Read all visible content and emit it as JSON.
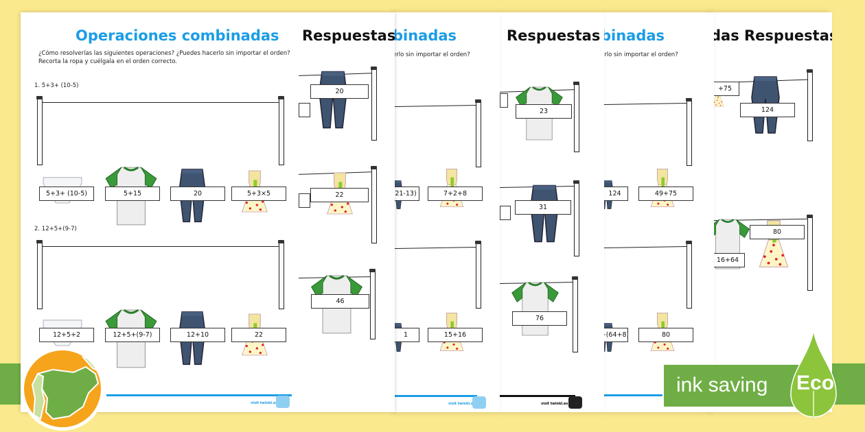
{
  "worksheet": {
    "title": "Operaciones combinadas",
    "instructions_line1": "¿Cómo resolverías las siguientes operaciones? ¿Puedes hacerlo sin importar el orden?",
    "instructions_line2": "Recorta la ropa y cuélgala en el orden correcto.",
    "q1": "1.  5+3+ (10-5)",
    "q1_labels": [
      "5+3+ (10-5)",
      "5+15",
      "20",
      "5+3×5"
    ],
    "q2": "2.  12+5+(9-7)",
    "q2_labels": [
      "12+5+2",
      "12+5+(9-7)",
      "12+10",
      "22"
    ],
    "footer": "visit twinkl.es"
  },
  "answers_page1": {
    "title": "Respuestas",
    "labels": [
      "20",
      "22",
      "46"
    ]
  },
  "worksheet2": {
    "title": "binadas",
    "instr": "erlo sin importar el orden?",
    "labels_row1": [
      "21-13)",
      "7+2+8"
    ],
    "labels_row2": [
      "1",
      "15+16"
    ],
    "footer": "visit twinkl.es"
  },
  "answers_page2": {
    "title": "Respuestas",
    "labels": [
      "23",
      "31",
      "76"
    ],
    "footer": "visit twinkl.es"
  },
  "worksheet3": {
    "title": "binadas",
    "instr": "erlo sin importar el orden?",
    "labels_row1": [
      "124",
      "49+75"
    ],
    "labels_row2": [
      "+(64+8)",
      "80"
    ]
  },
  "answers_page3": {
    "title": "das Respuestas",
    "labels": [
      "+75",
      "124",
      "80",
      "16+64"
    ]
  },
  "badge": {
    "text": "ink saving",
    "eco": "Eco"
  },
  "colors": {
    "background": "#fbe98d",
    "band": "#6fae46",
    "title_blue": "#1b9de6"
  }
}
